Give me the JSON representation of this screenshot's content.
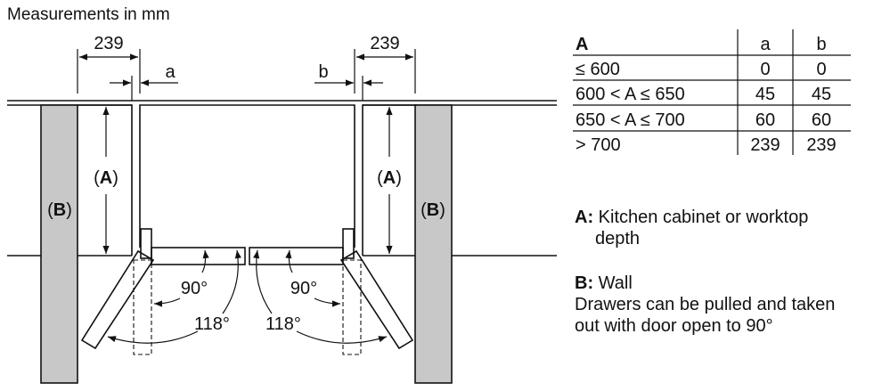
{
  "title": "Measurements in mm",
  "dimensions": {
    "left_width": "239",
    "right_width": "239",
    "gap_left": "a",
    "gap_right": "b",
    "cabinet_depth_left": "A",
    "cabinet_depth_right": "A",
    "wall_left": "B",
    "wall_right": "B",
    "angle_90_left": "90°",
    "angle_90_right": "90°",
    "angle_118_left": "118°",
    "angle_118_right": "118°"
  },
  "table": {
    "headers": [
      "A",
      "a",
      "b"
    ],
    "rows": [
      [
        "≤ 600",
        "0",
        "0"
      ],
      [
        "600 < A ≤ 650",
        "45",
        "45"
      ],
      [
        "650 < A ≤ 700",
        "60",
        "60"
      ],
      [
        "> 700",
        "239",
        "239"
      ]
    ]
  },
  "legend": {
    "a_key": "A:",
    "a_text_line1": "Kitchen cabinet or worktop",
    "a_text_line2": "depth",
    "b_key": "B:",
    "b_text": "Wall",
    "note_line1": "Drawers can be pulled and taken",
    "note_line2": "out with door open to 90°"
  }
}
